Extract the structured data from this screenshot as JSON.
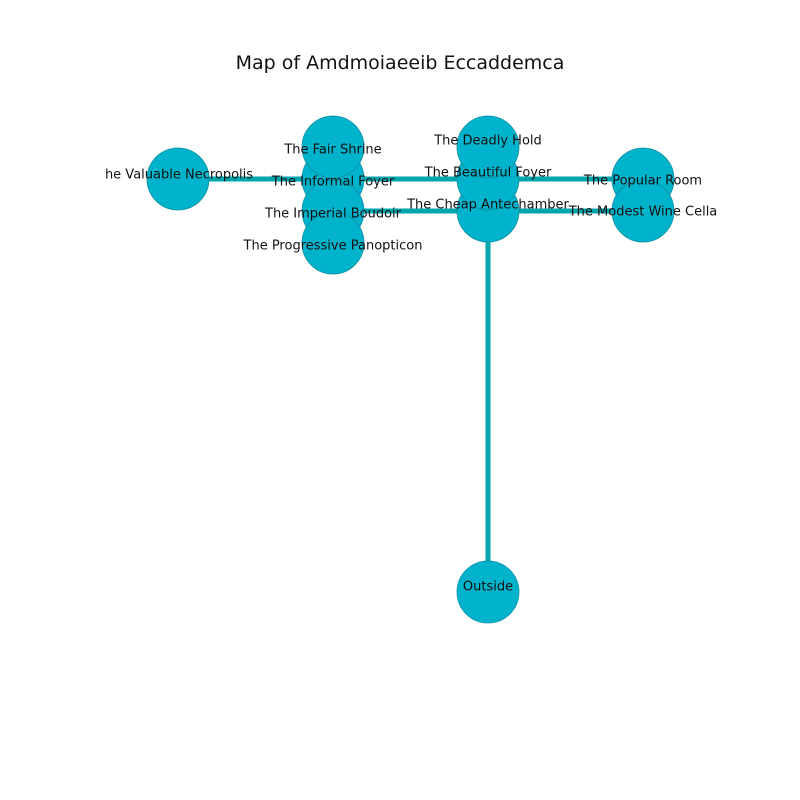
{
  "title": "Map of Amdmoiaeeib Eccaddemca",
  "colors": {
    "node": "#00b3cc",
    "node_edge": "#0a8fa0",
    "edge": "#00a6ad"
  },
  "rooms": {
    "outside": "Outside",
    "cheap_antechamber": "The Cheap Antechamber",
    "beautiful_foyer": "The Beautiful Foyer",
    "deadly_hold": "The Deadly Hold",
    "popular_room": "The Popular Room",
    "modest_wine_cellar": "The Modest Wine Cella",
    "informal_foyer": "The Informal Foyer",
    "fair_shrine": "The Fair Shrine",
    "imperial_boudoir": "The Imperial Boudoir",
    "progressive_panopticon": "The Progressive Panopticon",
    "valuable_necropolis": "he Valuable Necropolis"
  },
  "connections": [
    [
      "outside",
      "cheap_antechamber"
    ],
    [
      "cheap_antechamber",
      "imperial_boudoir"
    ],
    [
      "cheap_antechamber",
      "modest_wine_cellar"
    ],
    [
      "cheap_antechamber",
      "beautiful_foyer"
    ],
    [
      "beautiful_foyer",
      "deadly_hold"
    ],
    [
      "beautiful_foyer",
      "popular_room"
    ],
    [
      "beautiful_foyer",
      "informal_foyer"
    ],
    [
      "informal_foyer",
      "valuable_necropolis"
    ],
    [
      "informal_foyer",
      "fair_shrine"
    ],
    [
      "imperial_boudoir",
      "progressive_panopticon"
    ]
  ]
}
